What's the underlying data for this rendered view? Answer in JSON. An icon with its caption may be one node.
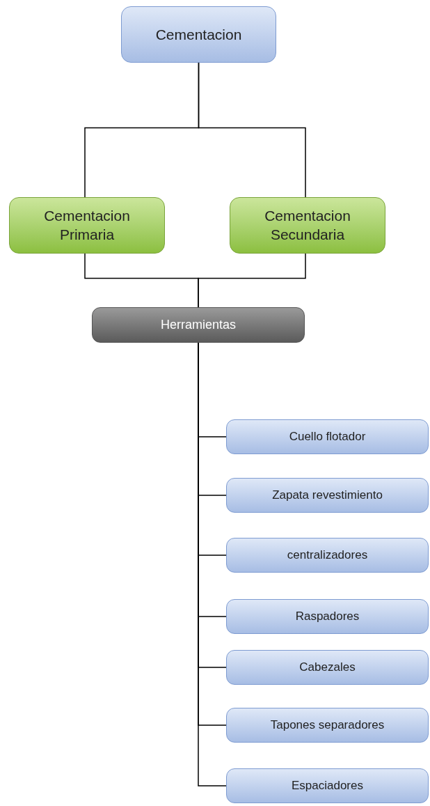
{
  "diagram": {
    "nodes": [
      {
        "text": [
          "Cementacion"
        ]
      },
      {
        "text": [
          "Cementacion Primaria"
        ]
      },
      {
        "text": [
          "Cementacion Secundaria"
        ]
      },
      {
        "text": [
          "Herramientas"
        ]
      },
      {
        "text": [
          "Cuello flotador"
        ]
      },
      {
        "text": [
          "Zapata revestimiento"
        ]
      },
      {
        "text": [
          "centralizadores"
        ]
      },
      {
        "text": [
          "Raspadores"
        ]
      },
      {
        "text": [
          "Cabezales"
        ]
      },
      {
        "text": [
          "Tapones separadores"
        ]
      },
      {
        "text": [
          "Espaciadores"
        ]
      }
    ],
    "edges": [
      {
        "from": 0,
        "to": 1,
        "arrow": "none"
      },
      {
        "from": 0,
        "to": 2,
        "arrow": "none"
      },
      {
        "from": 1,
        "to": 3,
        "arrow": "none"
      },
      {
        "from": 2,
        "to": 3,
        "arrow": "none"
      },
      {
        "from": 3,
        "to": 4,
        "arrow": "none"
      },
      {
        "from": 3,
        "to": 5,
        "arrow": "none"
      },
      {
        "from": 3,
        "to": 6,
        "arrow": "none"
      },
      {
        "from": 3,
        "to": 7,
        "arrow": "none"
      },
      {
        "from": 3,
        "to": 8,
        "arrow": "none"
      },
      {
        "from": 3,
        "to": 9,
        "arrow": "none"
      },
      {
        "from": 3,
        "to": 10,
        "arrow": "none"
      }
    ]
  }
}
